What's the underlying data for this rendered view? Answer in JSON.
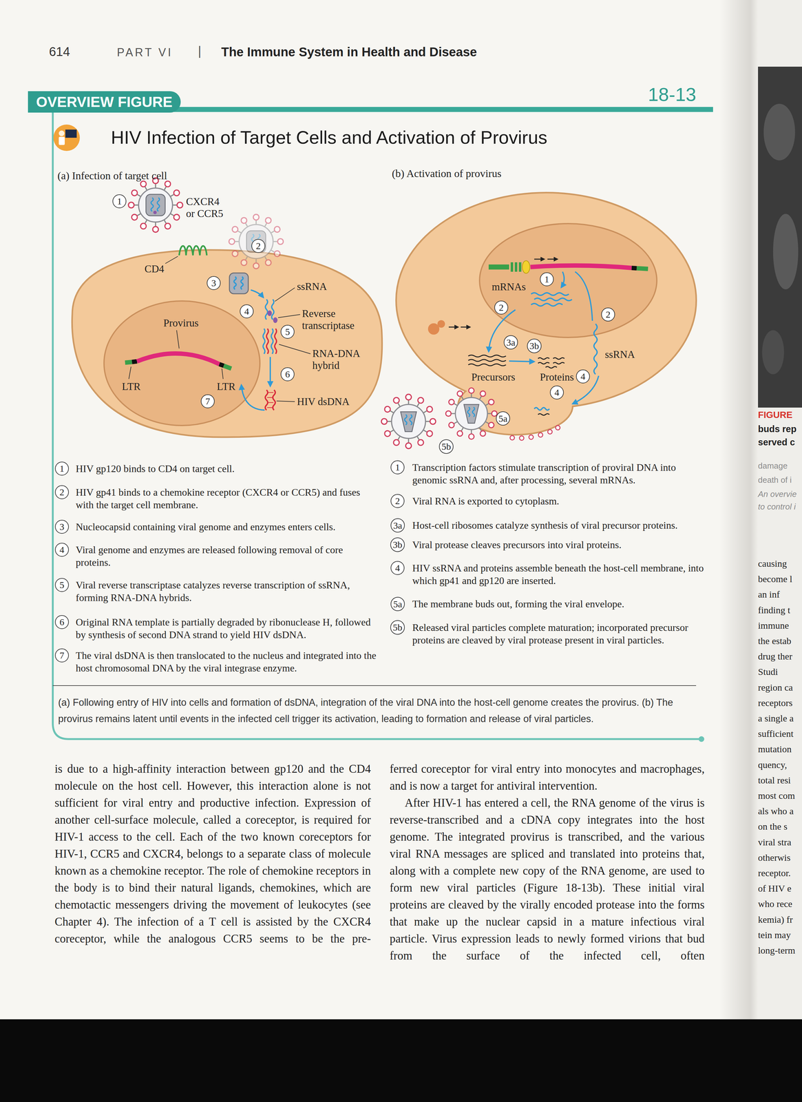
{
  "diagram": {
    "title": "HIV Infection of Target Cells and Activation of Provirus",
    "caption": "(a) Following entry of HIV into cells and formation of dsDNA, integration of the viral DNA into the host-cell genome creates the provirus. (b) The provirus remains latent until events in the infected cell trigger its activation, leading to formation and release of viral particles.",
    "nodes": [
      {
        "text": [
          "OVERVIEW FIGURE"
        ]
      },
      {
        "text": [
          "1"
        ]
      },
      {
        "text": [
          "2"
        ]
      },
      {
        "text": [
          "3"
        ]
      },
      {
        "text": [
          "4"
        ]
      },
      {
        "text": [
          "5"
        ]
      },
      {
        "text": [
          "6"
        ]
      },
      {
        "text": [
          "7"
        ]
      },
      {
        "text": [
          "1"
        ]
      },
      {
        "text": [
          "2"
        ]
      },
      {
        "text": [
          "2"
        ]
      },
      {
        "text": [
          "3a"
        ]
      },
      {
        "text": [
          "3b"
        ]
      },
      {
        "text": [
          "4"
        ]
      },
      {
        "text": [
          "4"
        ]
      },
      {
        "text": [
          "5a"
        ]
      },
      {
        "text": [
          "5b"
        ]
      },
      {
        "text": [
          "1"
        ]
      },
      {
        "text": [
          "2"
        ]
      },
      {
        "text": [
          "3"
        ]
      },
      {
        "text": [
          "4"
        ]
      },
      {
        "text": [
          "5"
        ]
      },
      {
        "text": [
          "6"
        ]
      },
      {
        "text": [
          "7"
        ]
      },
      {
        "text": [
          "1"
        ]
      },
      {
        "text": [
          "2"
        ]
      },
      {
        "text": [
          "3a"
        ]
      },
      {
        "text": [
          "3b"
        ]
      },
      {
        "text": [
          "4"
        ]
      },
      {
        "text": [
          "5a"
        ]
      },
      {
        "text": [
          "5b"
        ]
      }
    ],
    "labels": [
      "614",
      "PART VI",
      "|",
      "The Immune System in Health and Disease",
      "18-13",
      "(a) Infection of target cell",
      "CXCR4 or CCR5",
      "CD4",
      "ssRNA",
      "Provirus",
      "Reverse transcriptase",
      "RNA-DNA hybrid",
      "LTR",
      "LTR",
      "HIV dsDNA",
      "(b) Activation of provirus",
      "mRNAs",
      "ssRNA",
      "Precursors",
      "Proteins",
      "HIV gp120 binds to CD4 on target cell.",
      "HIV gp41 binds to a chemokine receptor (CXCR4 or CCR5) and fuses with the target cell membrane.",
      "Nucleocapsid containing viral genome and enzymes enters cells.",
      "Viral genome and enzymes are released following removal of core proteins.",
      "Viral reverse transcriptase catalyzes reverse transcription of ssRNA, forming RNA-DNA hybrids.",
      "Original RNA template is partially degraded by ribonuclease H, followed by synthesis of second DNA strand to yield HIV dsDNA.",
      "The viral dsDNA is then translocated to the nucleus and integrated into the host chromosomal DNA by the viral integrase enzyme.",
      "Transcription factors stimulate transcription of proviral DNA into genomic ssRNA and, after processing, several mRNAs.",
      "Viral RNA is exported to cytoplasm.",
      "Host-cell ribosomes catalyze synthesis of viral precursor proteins.",
      "Viral protease cleaves precursors into viral proteins.",
      "HIV ssRNA and proteins assemble beneath the host-cell membrane, into which gp41 and gp120 are inserted.",
      "The membrane buds out, forming the viral envelope.",
      "Released viral particles complete maturation; incorporated precursor proteins are cleaved by viral protease present in viral particles.",
      "is due to a high-affinity interaction between gp120 and the CD4 molecule on the host cell. However, this interaction alone is not sufficient for viral entry and productive infection. Expression of another cell-surface molecule, called a coreceptor, is required for HIV-1 access to the cell. Each of the two known coreceptors for HIV-1, CCR5 and CXCR4, belongs to a separate class of molecule known as a chemokine receptor. The role of chemokine receptors in the body is to bind their natural ligands, chemokines, which are chemotactic messengers driving the movement of leukocytes (see Chapter 4). The infection of a T cell is assisted by the CXCR4 coreceptor, while the analogous CCR5 seems to be the pre-",
      "ferred coreceptor for viral entry into monocytes and macrophages, and is now a target for antiviral intervention.",
      "After HIV-1 has entered a cell, the RNA genome of the virus is reverse-transcribed and a cDNA copy integrates into the host genome. The integrated provirus is transcribed, and the various viral RNA messages are spliced and translated into proteins that, along with a complete new copy of the RNA genome, are used to form new viral particles (Figure 18-13b). These initial viral proteins are cleaved by the virally encoded protease into the forms that make up the nuclear capsid in a mature infectious viral particle. Virus expression leads to newly formed virions that bud from the surface of the infected cell, often",
      "FIGURE",
      "buds rep",
      "served c",
      "damage",
      "death of i",
      "An overvie",
      "to control i",
      "causing",
      "become l",
      "an inf",
      "finding t",
      "immune",
      "the estab",
      "drug ther",
      "Studi",
      "region ca",
      "receptors",
      "a single a",
      "sufficient",
      "mutation",
      "quency,",
      "total resi",
      "most com",
      "als who a",
      "on the s",
      "viral stra",
      "otherwis",
      "receptor.",
      "of HIV e",
      "who rece",
      "kemia) fr",
      "tein may",
      "long-term"
    ]
  }
}
